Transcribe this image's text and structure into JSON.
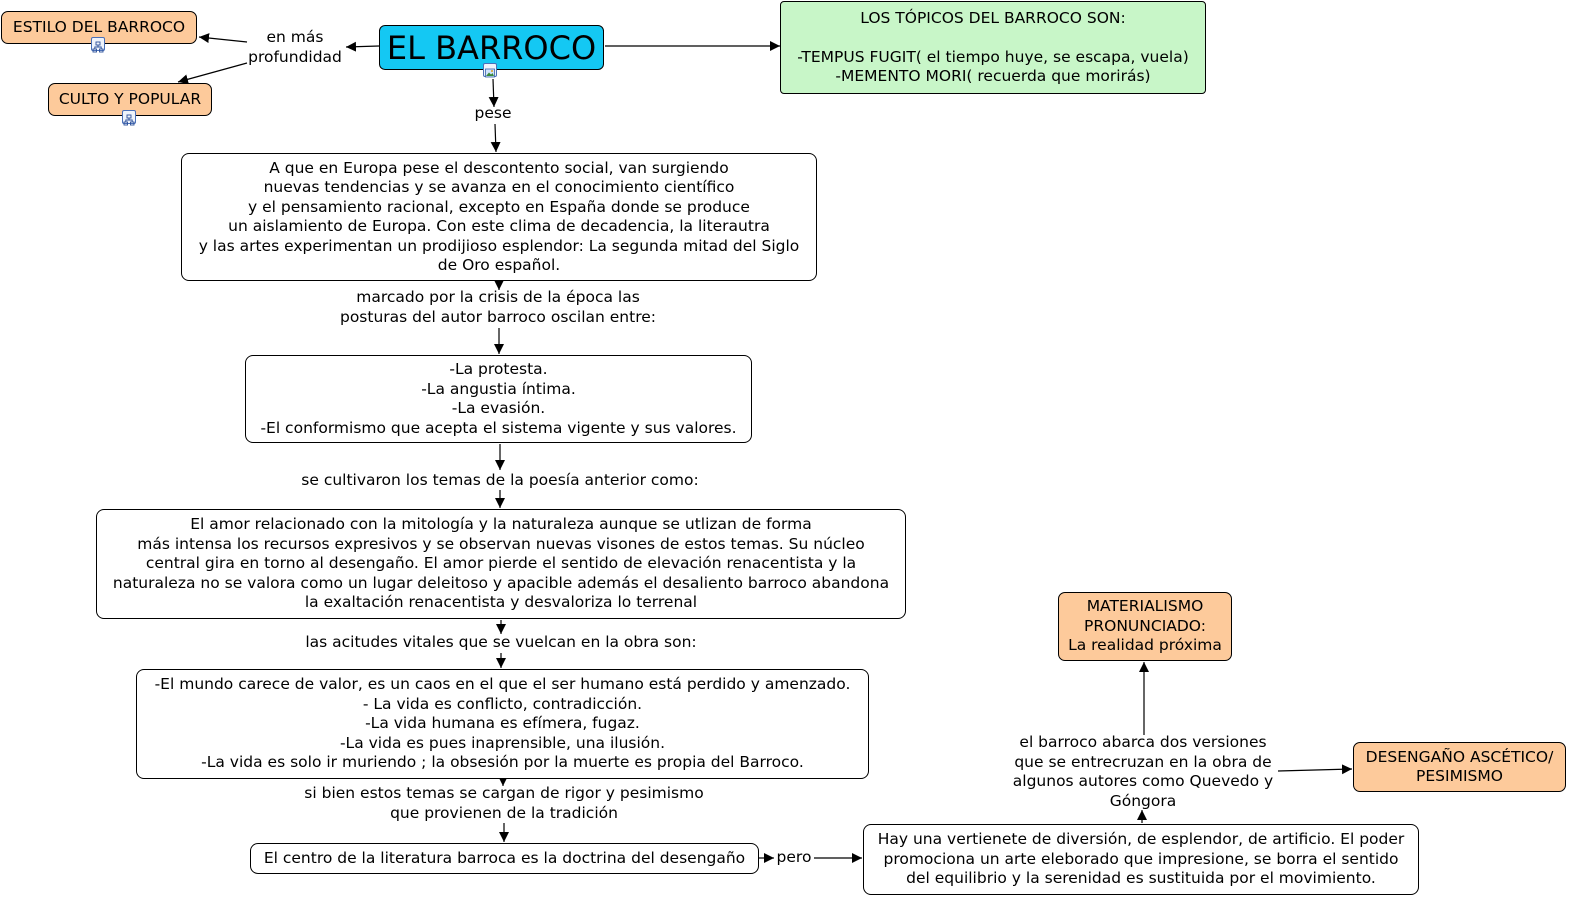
{
  "nodes": {
    "main": "EL BARROCO",
    "estilo": "ESTILO DEL BARROCO",
    "culto": "CULTO Y POPULAR",
    "topicos": "LOS TÓPICOS DEL BARROCO SON:\n\n-TEMPUS FUGIT( el tiempo huye, se escapa, vuela)\n-MEMENTO MORI( recuerda que morirás)",
    "contexto": "A que en Europa pese el descontento social, van surgiendo\nnuevas tendencias y se avanza en el conocimiento científico\ny el pensamiento racional, excepto en España donde se produce\nun aislamiento de Europa. Con este clima de decadencia, la literautra\ny las artes experimentan un prodijioso esplendor: La segunda mitad del Siglo\nde Oro español.",
    "posturas": "-La protesta.\n-La angustia íntima.\n-La evasión.\n-El conformismo que acepta el sistema vigente y sus valores.",
    "temas": "El amor relacionado con la mitología y la naturaleza aunque se utlizan de forma\nmás intensa los recursos expresivos y se observan nuevas visones de estos temas. Su núcleo\ncentral gira en torno al desengaño. El amor pierde el sentido de elevación renacentista y la\nnaturaleza no se valora como un lugar deleitoso y apacible además el desaliento barroco abandona\nla exaltación renacentista y desvaloriza lo terrenal",
    "actitudes": "-El mundo carece de valor, es un caos en el que el ser humano está perdido y amenzado.\n- La vida es conflicto, contradicción.\n-La vida humana es efímera, fugaz.\n-La vida es pues inaprensible, una ilusión.\n-La vida es solo ir muriendo ; la obsesión por la muerte es propia del Barroco.",
    "desengano": "El centro de la literatura barroca es la doctrina del desengaño",
    "vertiente": "Hay una vertienete de diversión, de esplendor, de artificio. El poder\npromociona un arte eleborado que impresione, se borra el sentido\ndel equilibrio y la serenidad es sustituida por el movimiento.",
    "materialismo": "MATERIALISMO\nPRONUNCIADO:\nLa realidad próxima",
    "ascetico": "DESENGAÑO ASCÉTICO/\nPESIMISMO"
  },
  "links": {
    "profundidad": "en más\nprofundidad",
    "pese": "pese",
    "marcado": "marcado por la crisis de la época las\nposturas del autor barroco oscilan entre:",
    "cultivaron": "se cultivaron los temas de la poesía anterior como:",
    "acitudes": "las acitudes vitales que se vuelcan en la obra son:",
    "si_bien": "si bien estos temas se cargan de rigor y pesimismo\nque provienen de la tradición",
    "pero": "pero",
    "versiones": "el barroco abarca dos versiones\nque se entrecruzan en la obra de\nalgunos autores como Quevedo y\nGóngora"
  },
  "icons": {
    "estilo": "concept-map-icon",
    "culto": "concept-map-icon",
    "main": "image-icon"
  },
  "colors": {
    "main": "#14c8f3",
    "orange": "#fdca9b",
    "green": "#c8f6c8"
  }
}
